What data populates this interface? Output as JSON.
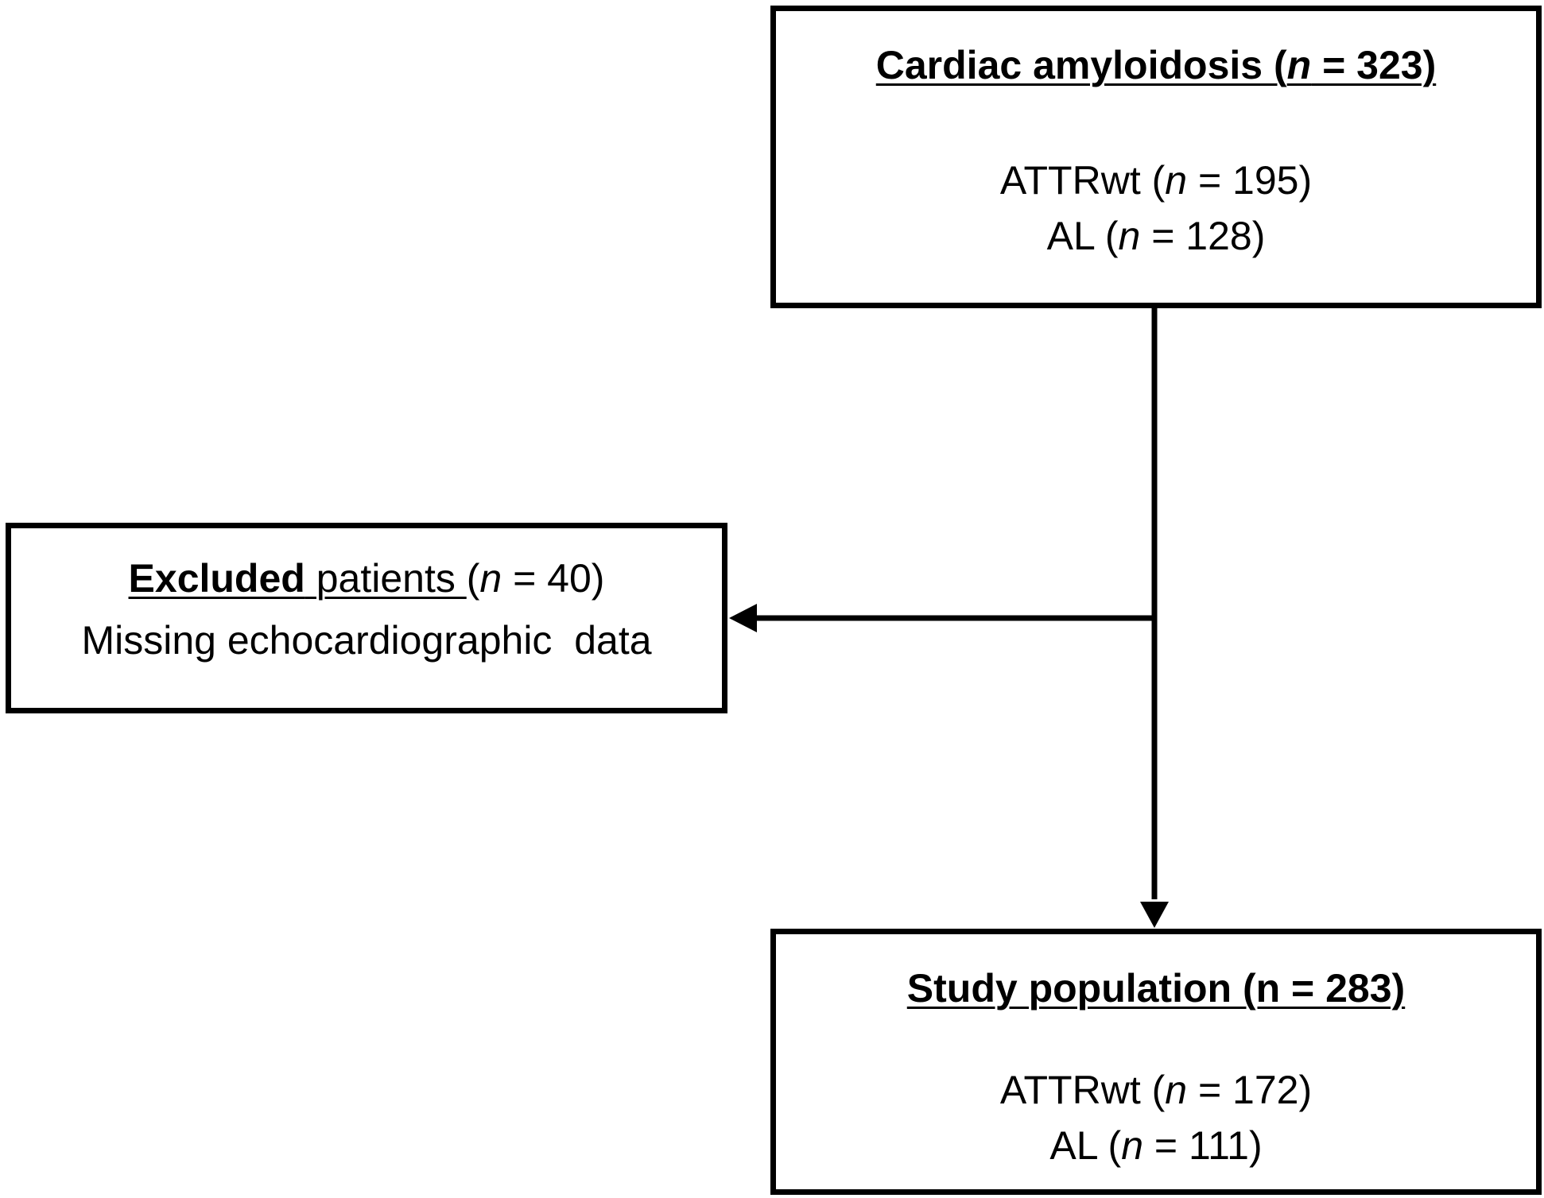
{
  "cohort": {
    "title_prefix": "Cardiac amyloidosis (",
    "n_symbol": "n",
    "title_count": " = 323)",
    "groups": [
      {
        "name": "ATTRwt (",
        "n": "n",
        "count": " = 195)"
      },
      {
        "name": "AL (",
        "n": "n",
        "count": " = 128)"
      }
    ]
  },
  "excluded": {
    "bold": "Excluded",
    "rest": " patients ",
    "paren_open": "(",
    "n": "n",
    "count": " = 40)",
    "reason": "Missing echocardiographic  data"
  },
  "study": {
    "title": "Study population (n = 283)",
    "groups": [
      {
        "name": "ATTRwt (",
        "n": "n",
        "count": " = 172)"
      },
      {
        "name": "AL (",
        "n": "n",
        "count": " = 111)"
      }
    ]
  }
}
